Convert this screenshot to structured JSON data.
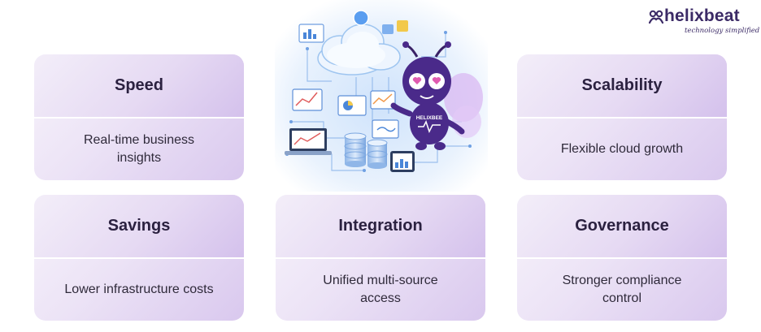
{
  "logo": {
    "brand": "helixbeat",
    "tagline": "technology simplified"
  },
  "mascot": {
    "badge_text": "HELIXBEE"
  },
  "cards": {
    "speed": {
      "title": "Speed",
      "description": "Real-time business insights"
    },
    "scalability": {
      "title": "Scalability",
      "description": "Flexible cloud growth"
    },
    "savings": {
      "title": "Savings",
      "description": "Lower infrastructure costs"
    },
    "integration": {
      "title": "Integration",
      "description": "Unified multi-source access"
    },
    "governance": {
      "title": "Governance",
      "description": "Stronger compliance control"
    }
  },
  "colors": {
    "card_light": "#f3eef9",
    "card_dark": "#d4c1ec",
    "title_text": "#2b2140",
    "brand": "#3b2a66",
    "mascot_purple": "#4a2a8a",
    "cloud_blue": "#9ec5f0"
  }
}
